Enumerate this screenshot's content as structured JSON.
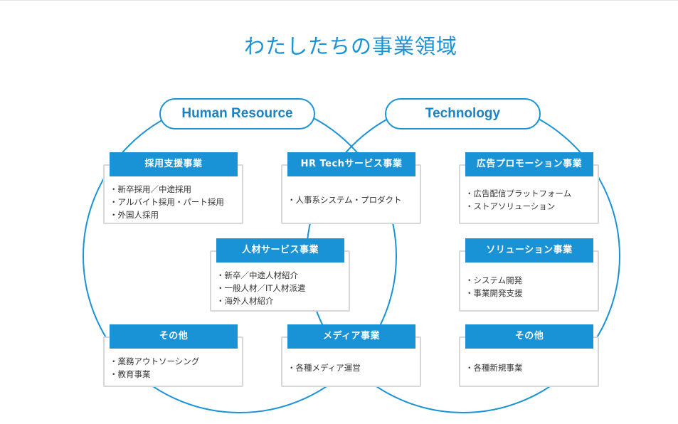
{
  "title": "わたしたちの事業領域",
  "labels": {
    "left": "Human Resource",
    "right": "Technology"
  },
  "colors": {
    "accent": "#1a92d6",
    "card_border": "#d7d7d7",
    "text": "#333333"
  },
  "cards": {
    "recruit": {
      "title": "採用支援事業",
      "items": [
        "・新卒採用／中途採用",
        "・アルバイト採用・パート採用",
        "・外国人採用"
      ]
    },
    "hrtech": {
      "title": "HR Techサービス事業",
      "items": [
        "・人事系システム・プロダクト"
      ]
    },
    "ad": {
      "title": "広告プロモーション事業",
      "items": [
        "・広告配信プラットフォーム",
        "・ストアソリューション"
      ]
    },
    "talent": {
      "title": "人材サービス事業",
      "items": [
        "・新卒／中途人材紹介",
        "・一般人材／IT人材派遣",
        "・海外人材紹介"
      ]
    },
    "solution": {
      "title": "ソリューション事業",
      "items": [
        "・システム開発",
        "・事業開発支援"
      ]
    },
    "other_hr": {
      "title": "その他",
      "items": [
        "・業務アウトソーシング",
        "・教育事業"
      ]
    },
    "media": {
      "title": "メディア事業",
      "items": [
        "・各種メディア運営"
      ]
    },
    "other_tech": {
      "title": "その他",
      "items": [
        "・各種新規事業"
      ]
    }
  }
}
